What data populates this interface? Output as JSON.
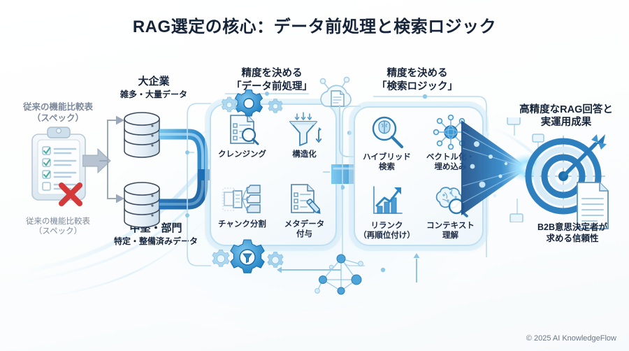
{
  "title": "RAG選定の核心：データ前処理と検索ロジック",
  "footer": "© 2025 AI KnowledgeFlow",
  "colors": {
    "background": "#fcfdfe",
    "title_text": "#16243a",
    "accent_blue": "#2d8fd5",
    "deep_blue": "#1b5f9e",
    "box_border": "#bfe0f2",
    "muted_gray": "#7d8a9c",
    "arrow_gray": "#9aa8b8",
    "cross_red": "#d43a3a"
  },
  "left": {
    "top_label": "従来の機能比較表\n（スペック）",
    "bottom_label": "従来の機能比較表\n（スペック）",
    "icon": "clipboard-checklist-icon",
    "reject_mark": "red-cross-icon"
  },
  "sources": [
    {
      "id": "enterprise",
      "title": "大企業",
      "subtitle": "雑多・大量データ",
      "icon": "database-cylinder-icon"
    },
    {
      "id": "midmarket",
      "title": "中堅・部門",
      "subtitle": "特定・整備済みデータ",
      "icon": "database-cylinder-icon"
    }
  ],
  "stages": [
    {
      "id": "preprocessing",
      "heading": "精度を決める\n「データ前処理」",
      "items": [
        {
          "label": "クレンジング",
          "icon": "document-magnifier-icon"
        },
        {
          "label": "構造化",
          "icon": "funnel-icon"
        },
        {
          "label": "チャンク分割",
          "icon": "split-folders-icon"
        },
        {
          "label": "メタデータ\n付与",
          "icon": "document-pencil-icon"
        }
      ]
    },
    {
      "id": "retrieval-logic",
      "heading": "精度を決める\n「検索ロジック」",
      "items": [
        {
          "label": "ハイブリッド\n検索",
          "icon": "brain-magnifier-icon"
        },
        {
          "label": "ベクトル化・\n埋め込み",
          "icon": "node-network-icon"
        },
        {
          "label": "リランク\n（再順位付け）",
          "icon": "bar-chart-trend-icon"
        },
        {
          "label": "コンテキスト\n理解",
          "icon": "brain-search-icon"
        }
      ]
    }
  ],
  "outcome": {
    "heading": "高精度なRAG回答と\n実運用成果",
    "caption": "B2B意思決定者が\n求める信頼性",
    "icons": [
      "target-arrow-icon",
      "document-icon",
      "light-beam-icon"
    ]
  },
  "decorations": {
    "cloud_document": "cloud-document-icon",
    "gears_top": "gear-cluster-icon",
    "gears_bottom": "gear-funnel-icon",
    "network_graph": "network-graph-icon",
    "swirl_waves": "swirl-wave-decor"
  }
}
